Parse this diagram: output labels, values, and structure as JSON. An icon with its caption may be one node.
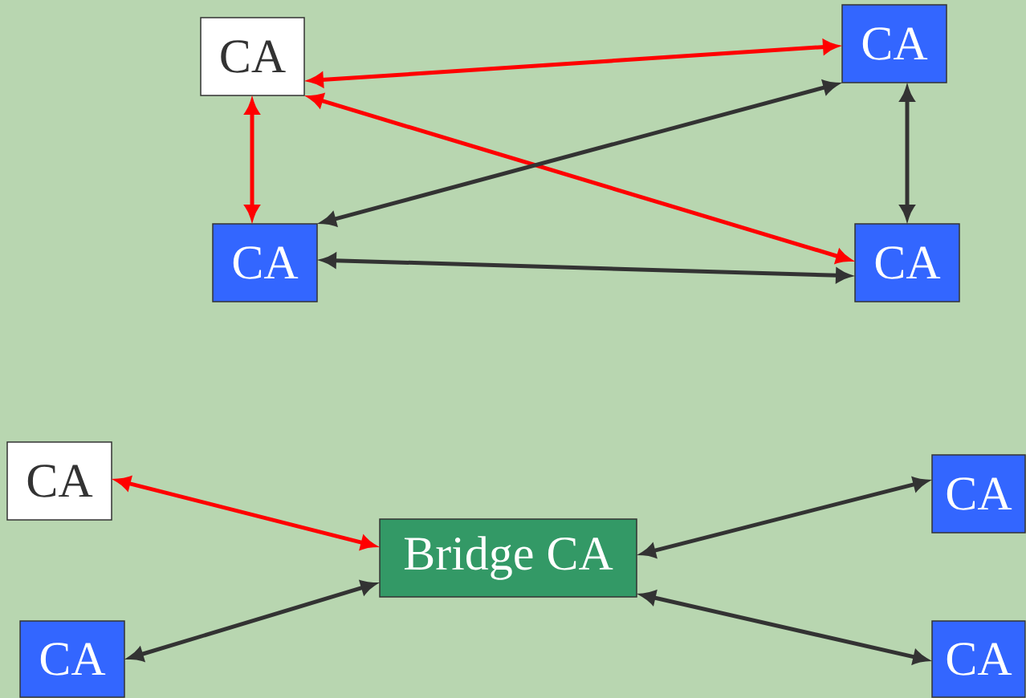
{
  "diagram": {
    "nodes": [
      {
        "text": [
          "CA"
        ]
      },
      {
        "text": [
          "CA"
        ]
      },
      {
        "text": [
          "CA"
        ]
      },
      {
        "text": [
          "CA"
        ]
      },
      {
        "text": [
          "CA"
        ]
      },
      {
        "text": [
          "Bridge CA"
        ]
      },
      {
        "text": [
          "CA"
        ]
      },
      {
        "text": [
          "CA"
        ]
      },
      {
        "text": [
          "CA"
        ]
      }
    ],
    "edges": [
      {
        "from": 0,
        "to": 1,
        "arrow": "both",
        "color": "#ff0000"
      },
      {
        "from": 0,
        "to": 3,
        "arrow": "both",
        "color": "#ff0000"
      },
      {
        "from": 0,
        "to": 2,
        "arrow": "both",
        "color": "#ff0000"
      },
      {
        "from": 1,
        "to": 2,
        "arrow": "both"
      },
      {
        "from": 1,
        "to": 3,
        "arrow": "both"
      },
      {
        "from": 2,
        "to": 3,
        "arrow": "both"
      },
      {
        "from": 4,
        "to": 5,
        "arrow": "both",
        "color": "#ff0000"
      },
      {
        "from": 5,
        "to": 6,
        "arrow": "both"
      },
      {
        "from": 5,
        "to": 7,
        "arrow": "both"
      },
      {
        "from": 5,
        "to": 8,
        "arrow": "both"
      }
    ]
  }
}
